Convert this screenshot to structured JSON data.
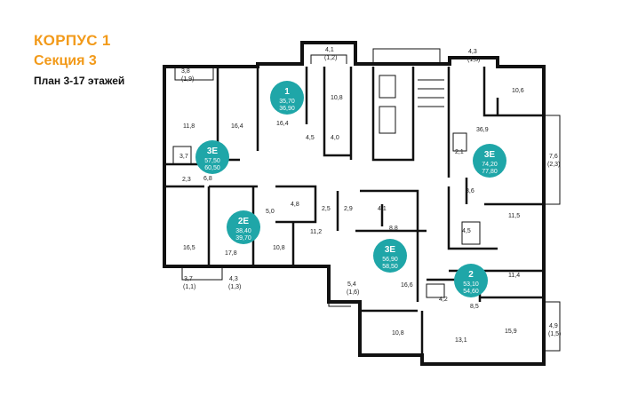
{
  "header": {
    "building": "КОРПУС 1",
    "section": "Секция 3",
    "plan": "План 3-17 этажей"
  },
  "colors": {
    "accent": "#F29A1A",
    "badge": "#1FA6A8",
    "wall": "#111111"
  },
  "badges": [
    {
      "type": "1",
      "area": "35,70",
      "total": "36,90"
    },
    {
      "type": "3Е",
      "area": "57,50",
      "total": "60,50"
    },
    {
      "type": "2Е",
      "area": "38,40",
      "total": "39,70"
    },
    {
      "type": "3Е",
      "area": "56,90",
      "total": "58,50"
    },
    {
      "type": "2",
      "area": "53,10",
      "total": "54,60"
    },
    {
      "type": "3Е",
      "area": "74,20",
      "total": "77,80"
    }
  ],
  "rooms": [
    "3,8",
    "(1,9)",
    "11,8",
    "16,4",
    "16,4",
    "4,5",
    "10,8",
    "4,0",
    "4,1",
    "(1,2)",
    "4,3",
    "(1,3)",
    "10,6",
    "36,9",
    "7,6",
    "(2,3)",
    "2,1",
    "3,7",
    "2,3",
    "6,8",
    "5,0",
    "4,8",
    "2,5",
    "2,9",
    "4,1",
    "8,6",
    "11,5",
    "16,5",
    "17,8",
    "10,8",
    "11,2",
    "8,8",
    "4,5",
    "11,4",
    "3,7",
    "(1,1)",
    "4,3",
    "(1,3)",
    "5,4",
    "(1,6)",
    "16,6",
    "4,2",
    "8,5",
    "15,9",
    "10,8",
    "13,1",
    "4,9",
    "(1,5)"
  ]
}
